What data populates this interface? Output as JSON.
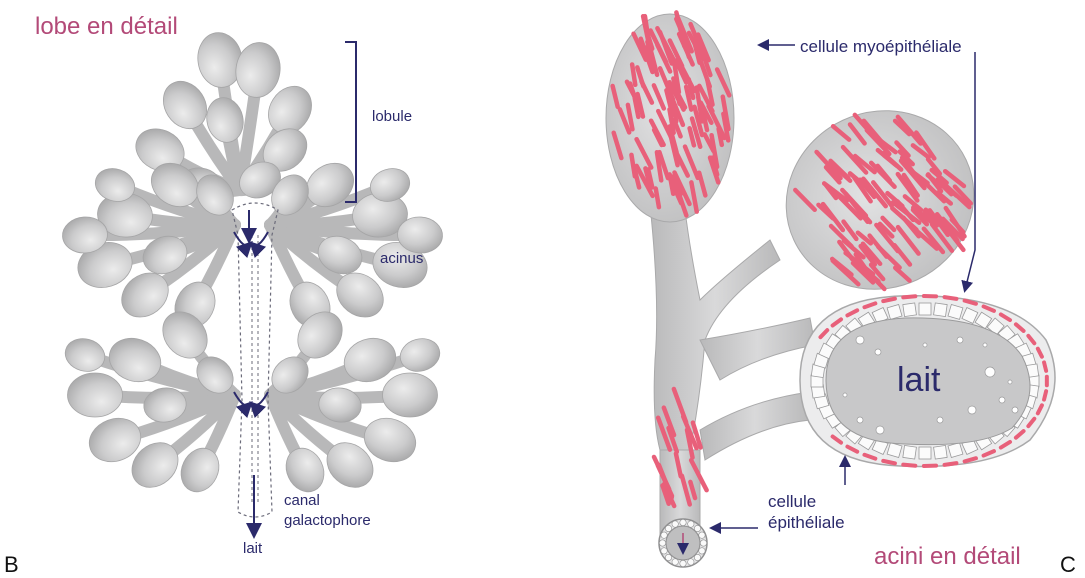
{
  "panel_b": {
    "title": "lobe en détail",
    "lobule": "lobule",
    "acinus": "acinus",
    "canal_line1": "canal",
    "canal_line2": "galactophore",
    "lait": "lait",
    "letter": "B"
  },
  "panel_c": {
    "myo": "cellule myoépithéliale",
    "lait": "lait",
    "epi_line1": "cellule",
    "epi_line2": "épithéliale",
    "caption": "acini en détail",
    "letter": "C"
  },
  "colors": {
    "title_pink": "#b34a78",
    "label_navy": "#2b2a6b",
    "gland_grey": "#c9c9ca",
    "myo_red": "#e8607a"
  }
}
